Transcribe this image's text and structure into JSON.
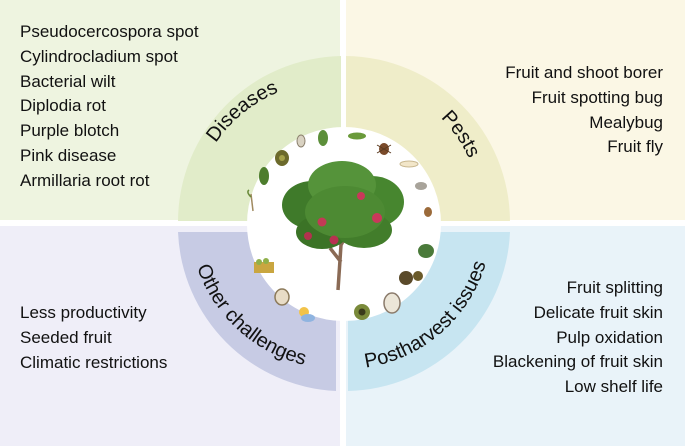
{
  "quadrants": {
    "diseases": {
      "title": "Diseases",
      "color": "#eef4e0",
      "ring_color": "#e1ecc9",
      "items": [
        "Pseudocercospora spot",
        "Cylindrocladium spot",
        "Bacterial wilt",
        "Diplodia rot",
        "Purple blotch",
        "Pink disease",
        "Armillaria root rot"
      ]
    },
    "pests": {
      "title": "Pests",
      "color": "#fbf7e5",
      "ring_color": "#efedc9",
      "items": [
        "Fruit and shoot borer",
        "Fruit spotting bug",
        "Mealybug",
        "Fruit fly"
      ]
    },
    "other": {
      "title": "Other challenges",
      "color": "#efeef8",
      "ring_color": "#c7cbe4",
      "items": [
        "Less productivity",
        "Seeded fruit",
        "Climatic restrictions"
      ]
    },
    "postharvest": {
      "title": "Postharvest issues",
      "color": "#e9f3f9",
      "ring_color": "#c7e5f1",
      "items": [
        "Fruit splitting",
        "Delicate fruit skin",
        "Pulp oxidation",
        "Blackening of fruit skin",
        "Low shelf life"
      ]
    }
  },
  "center": {
    "image": "pomegranate-tree-icon"
  }
}
